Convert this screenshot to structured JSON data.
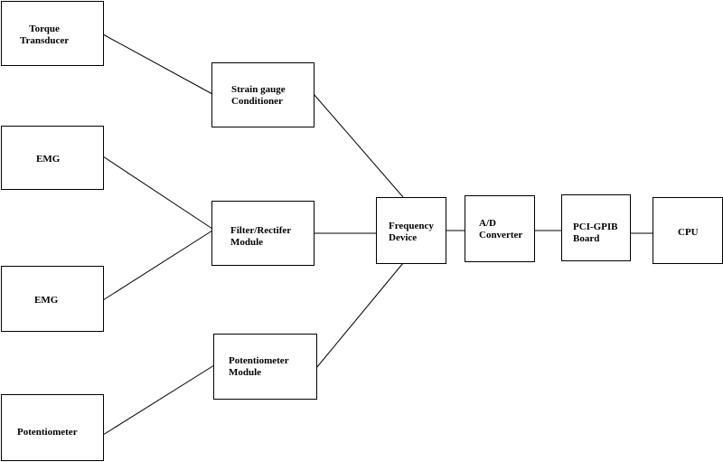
{
  "nodes": {
    "torque_transducer": "Torque\nTransducer",
    "emg_1": "EMG",
    "emg_2": "EMG",
    "potentiometer": "Potentiometer",
    "strain_gauge_conditioner": "Strain gauge\nConditioner",
    "filter_rectifier_module": "Filter/Rectifer\nModule",
    "potentiometer_module": "Potentiometer\nModule",
    "frequency_device": "Frequency\nDevice",
    "ad_converter": "A/D\nConverter",
    "pci_gpib_board": "PCI-GPIB\nBoard",
    "cpu": "CPU"
  },
  "edges": [
    [
      "torque_transducer",
      "strain_gauge_conditioner"
    ],
    [
      "emg_1",
      "filter_rectifier_module"
    ],
    [
      "emg_2",
      "filter_rectifier_module"
    ],
    [
      "potentiometer",
      "potentiometer_module"
    ],
    [
      "strain_gauge_conditioner",
      "frequency_device"
    ],
    [
      "filter_rectifier_module",
      "frequency_device"
    ],
    [
      "potentiometer_module",
      "frequency_device"
    ],
    [
      "frequency_device",
      "ad_converter"
    ],
    [
      "ad_converter",
      "pci_gpib_board"
    ],
    [
      "pci_gpib_board",
      "cpu"
    ]
  ]
}
